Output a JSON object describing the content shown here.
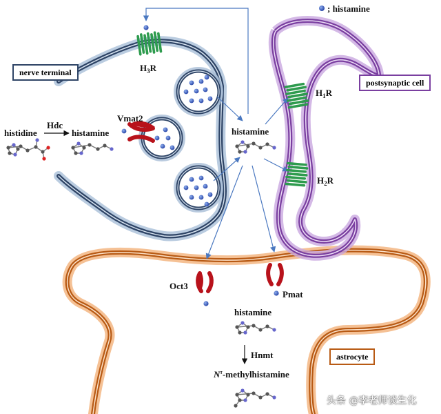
{
  "legend": {
    "dot_label": "; histamine"
  },
  "labels": {
    "nerve_terminal": "nerve terminal",
    "postsynaptic_cell": "postsynaptic cell",
    "astrocyte": "astrocyte",
    "h3r_main": "H",
    "h3r_sub": "3",
    "h3r_tail": "R",
    "h1r_main": "H",
    "h1r_sub": "1",
    "h1r_tail": "R",
    "h2r_main": "H",
    "h2r_sub": "2",
    "h2r_tail": "R",
    "vmat2": "Vmat2",
    "histidine": "histidine",
    "hdc": "Hdc",
    "histamine_left": "histamine",
    "histamine_center": "histamine",
    "histamine_astro": "histamine",
    "oct3": "Oct3",
    "pmat": "Pmat",
    "hnmt": "Hnmt",
    "methyl_sup": "τ",
    "methyl_pre": "N",
    "methyl_rest": "-methylhistamine"
  },
  "watermark": "头条 @李老师谈生化",
  "colors": {
    "neuron": "#2e4466",
    "neuron_glow": "#a9bfd8",
    "postsynaptic": "#7a3fa0",
    "postsynaptic_glow": "#c9a7e0",
    "astrocyte": "#b85a14",
    "astrocyte_glow": "#f3b27a",
    "receptor": "#2e9b4e",
    "transporter": "#b8121b",
    "histamine_dot": "#3a5fc8",
    "arrow": "#4a78c0"
  }
}
